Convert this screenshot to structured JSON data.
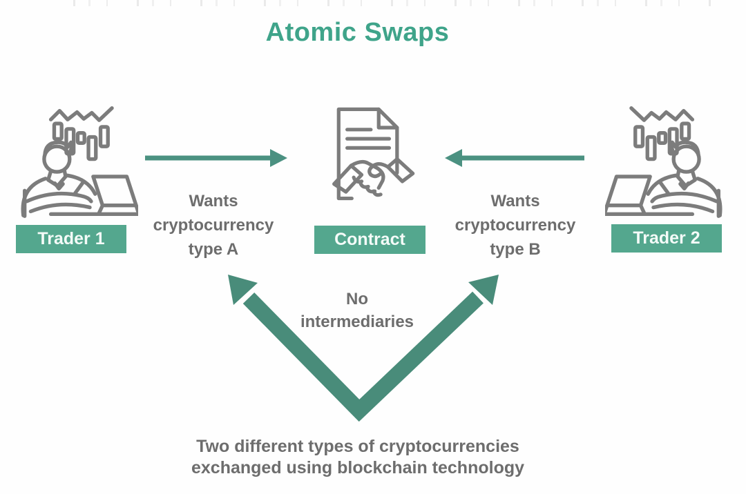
{
  "title": "Atomic Swaps",
  "colors": {
    "accent": "#3fa48a",
    "node-bg": "#54a78e",
    "node-text": "#f4fbf8",
    "arrow": "#4b9181",
    "v-arrow": "#498c7a",
    "gray-text": "#6d6d6d",
    "icon-stroke": "#7c7c7c",
    "bg": "#fefefe"
  },
  "nodes": {
    "trader1": {
      "label": "Trader 1",
      "icon": "trader-at-laptop-with-candlestick-chart-icon"
    },
    "contract": {
      "label": "Contract",
      "icon": "document-with-handshake-icon"
    },
    "trader2": {
      "label": "Trader 2",
      "icon": "trader-at-laptop-with-candlestick-chart-icon-mirrored"
    }
  },
  "annotations": {
    "left_note": {
      "lines": [
        "Wants",
        "cryptocurrency",
        "type A"
      ]
    },
    "right_note": {
      "lines": [
        "Wants",
        "cryptocurrency",
        "type B"
      ]
    },
    "center_note": {
      "lines": [
        "No",
        "intermediaries"
      ]
    },
    "caption": {
      "lines": [
        "Two different types of cryptocurrencies",
        "exchanged using blockchain technology"
      ]
    }
  },
  "arrows": {
    "trader1_to_contract": {
      "from": "Trader 1",
      "to": "Contract",
      "direction": "right"
    },
    "trader2_to_contract": {
      "from": "Trader 2",
      "to": "Contract",
      "direction": "left"
    },
    "v_double_arrow": {
      "connects": [
        "Trader 1",
        "Trader 2"
      ],
      "style": "double-headed-v"
    }
  }
}
